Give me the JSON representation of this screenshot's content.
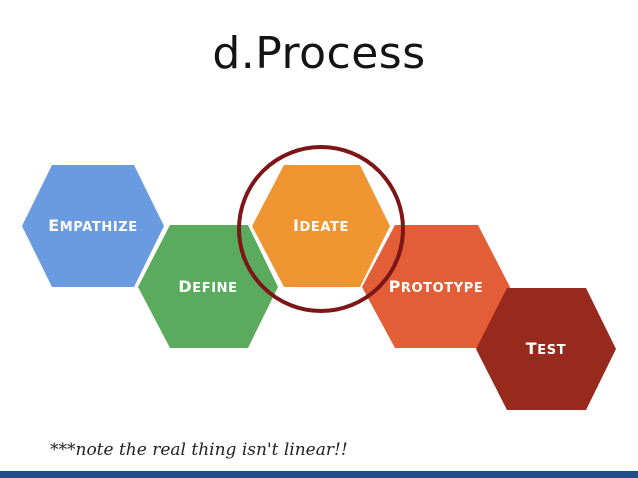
{
  "title": "d.Process",
  "stages": [
    {
      "id": "empathize",
      "label": "Empathize",
      "color": "#6a9ae0"
    },
    {
      "id": "define",
      "label": "Define",
      "color": "#5aab5e"
    },
    {
      "id": "ideate",
      "label": "Ideate",
      "color": "#ef9531"
    },
    {
      "id": "prototype",
      "label": "Prototype",
      "color": "#e35d36"
    },
    {
      "id": "test",
      "label": "Test",
      "color": "#97291d"
    }
  ],
  "highlight": {
    "stage": "ideate",
    "color": "#7d1616"
  },
  "footnote": "***note the real thing isn't linear!!",
  "accent_bar_color": "#1f4f8f"
}
